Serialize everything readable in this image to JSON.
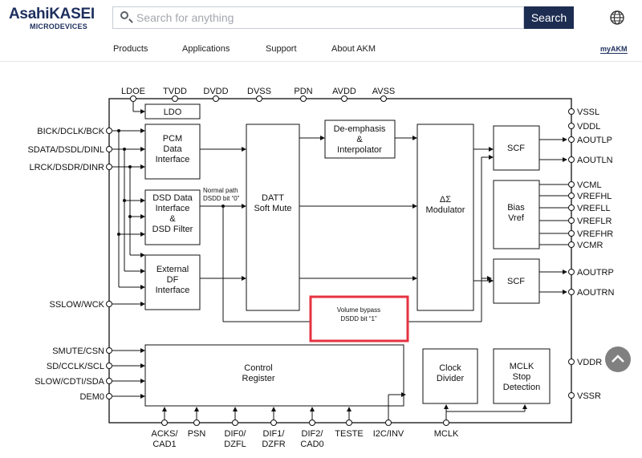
{
  "header": {
    "logo_main": "AsahiKASEI",
    "logo_sub": "MICRODEVICES",
    "search_placeholder": "Search for anything",
    "search_button": "Search",
    "myakm_label": "myAKM"
  },
  "nav": {
    "items": [
      "Products",
      "Applications",
      "Support",
      "About AKM"
    ]
  },
  "diagram": {
    "top_pins": [
      "LDOE",
      "TVDD",
      "DVDD",
      "DVSS",
      "PDN",
      "AVDD",
      "AVSS"
    ],
    "left_pins": [
      "BICK/DCLK/BCK",
      "SDATA/DSDL/DINL",
      "LRCK/DSDR/DINR",
      "SSLOW/WCK",
      "SMUTE/CSN",
      "SD/CCLK/SCL",
      "SLOW/CDTI/SDA",
      "DEM0"
    ],
    "right_pins": [
      "VSSL",
      "VDDL",
      "AOUTLP",
      "AOUTLN",
      "VCML",
      "VREFHL",
      "VREFLL",
      "VREFLR",
      "VREFHR",
      "VCMR",
      "AOUTRP",
      "AOUTRN",
      "VDDR",
      "VSSR"
    ],
    "bottom_pins": [
      [
        "ACKS/",
        "CAD1"
      ],
      [
        "PSN",
        ""
      ],
      [
        "DIF0/",
        "DZFL"
      ],
      [
        "DIF1/",
        "DZFR"
      ],
      [
        "DIF2/",
        "CAD0"
      ],
      [
        "TESTE",
        ""
      ],
      [
        "I2C/INV",
        ""
      ],
      [
        "MCLK",
        ""
      ]
    ],
    "blocks": {
      "ldo": [
        "LDO"
      ],
      "pcm": [
        "PCM",
        "Data",
        "Interface"
      ],
      "dsd": [
        "DSD Data",
        "Interface",
        "&",
        "DSD Filter"
      ],
      "ext": [
        "External",
        "DF",
        "Interface"
      ],
      "datt": [
        "DATT",
        "Soft Mute"
      ],
      "deemph": [
        "De-emphasis",
        "&",
        "Interpolator"
      ],
      "mod": [
        "ΔΣ",
        "Modulator"
      ],
      "scf_l": [
        "SCF"
      ],
      "bias": [
        "Bias",
        "Vref"
      ],
      "scf_r": [
        "SCF"
      ],
      "control": [
        "Control",
        "Register"
      ],
      "clock": [
        "Clock",
        "Divider"
      ],
      "mclk_stop": [
        "MCLK",
        "Stop",
        "Detection"
      ]
    },
    "normal_path": [
      "Normal path",
      "DSDD bit “0”"
    ],
    "volume_bypass": [
      "Volume bypass",
      "DSDD bit “1”"
    ],
    "highlight_color": "#e53340"
  },
  "icons": {
    "globe": "globe-icon",
    "search": "search-icon",
    "scroll_top": "chevron-up-icon"
  }
}
